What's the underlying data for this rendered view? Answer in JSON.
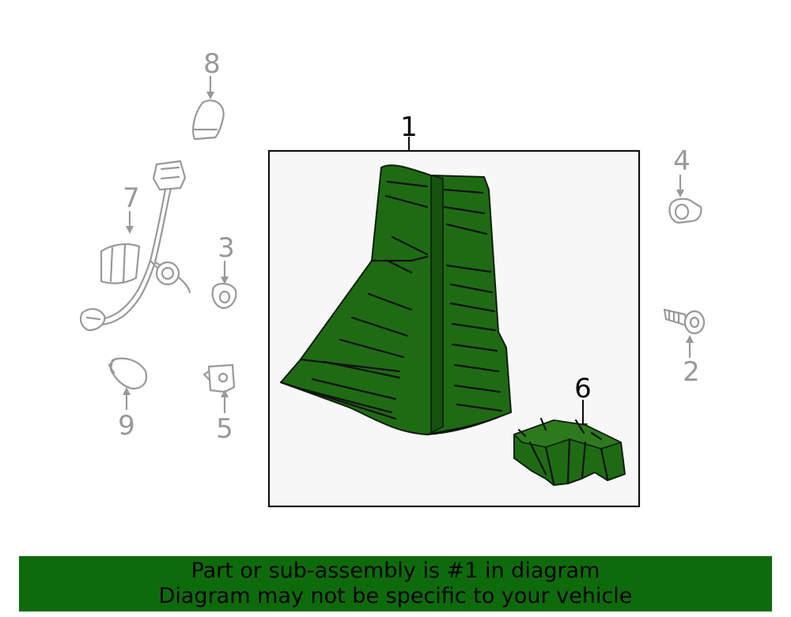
{
  "callouts": {
    "c1": "1",
    "c2": "2",
    "c3": "3",
    "c4": "4",
    "c5": "5",
    "c6": "6",
    "c7": "7",
    "c8": "8",
    "c9": "9"
  },
  "banner": {
    "line1": "Part or sub-assembly is #1 in diagram",
    "line2": "Diagram may not be specific to your vehicle"
  },
  "colors": {
    "highlight": "#0e6b0b",
    "other_parts": "#999999",
    "box_background": "#f7f7f7"
  }
}
